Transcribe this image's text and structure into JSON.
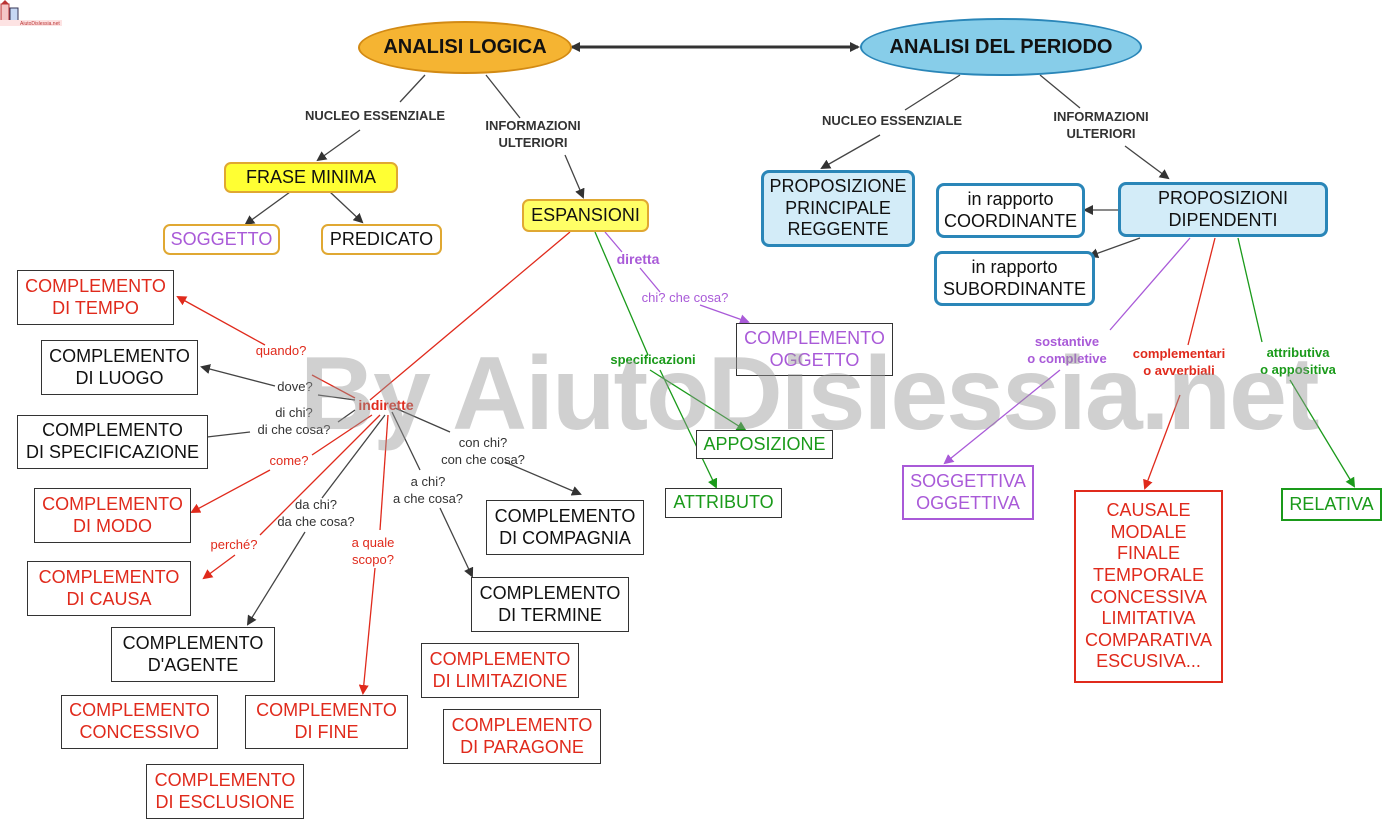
{
  "logo_text": "AiutoDislessia.net",
  "watermark": "By AiutoDislessia.net",
  "colors": {
    "orange": "#f5b432",
    "blue": "#87cde9",
    "yellow": "#ffff33",
    "red": "#e02a1c",
    "purple": "#a95ad8",
    "green": "#1a9a1a"
  },
  "left": {
    "title": "ANALISI LOGICA",
    "nucleo": "NUCLEO ESSENZIALE",
    "info": "INFORMAZIONI\nULTERIORI",
    "frase_minima": "FRASE MINIMA",
    "soggetto": "SOGGETTO",
    "predicato": "PREDICATO",
    "espansioni": "ESPANSIONI",
    "diretta": "diretta",
    "chi_che_cosa": "chi? che cosa?",
    "compl_oggetto": "COMPLEMENTO\nOGGETTO",
    "specificazioni": "specificazioni",
    "apposizione": "APPOSIZIONE",
    "attributo": "ATTRIBUTO",
    "indirette": "indirette",
    "questions": {
      "quando": "quando?",
      "dove": "dove?",
      "di_chi": "di chi?\ndi che cosa?",
      "come": "come?",
      "perche": "perché?",
      "da_chi": "da chi?\nda che cosa?",
      "a_quale": "a quale\nscopo?",
      "a_chi": "a chi?\na che cosa?",
      "con_chi": "con chi?\ncon che cosa?"
    },
    "complements": {
      "tempo": "COMPLEMENTO\nDI TEMPO",
      "luogo": "COMPLEMENTO\nDI LUOGO",
      "specificazione": "COMPLEMENTO\nDI SPECIFICAZIONE",
      "modo": "COMPLEMENTO\nDI MODO",
      "causa": "COMPLEMENTO\nDI CAUSA",
      "agente": "COMPLEMENTO\nD'AGENTE",
      "concessivo": "COMPLEMENTO\nCONCESSIVO",
      "fine": "COMPLEMENTO\nDI FINE",
      "esclusione": "COMPLEMENTO\nDI ESCLUSIONE",
      "compagnia": "COMPLEMENTO\nDI COMPAGNIA",
      "termine": "COMPLEMENTO\nDI TERMINE",
      "limitazione": "COMPLEMENTO\nDI LIMITAZIONE",
      "paragone": "COMPLEMENTO\nDI PARAGONE"
    }
  },
  "right": {
    "title": "ANALISI DEL PERIODO",
    "nucleo": "NUCLEO ESSENZIALE",
    "info": "INFORMAZIONI\nULTERIORI",
    "principale": "PROPOSIZIONE\nPRINCIPALE\nREGGENTE",
    "dipendenti": "PROPOSIZIONI\nDIPENDENTI",
    "coordinante": "in rapporto\nCOORDINANTE",
    "subordinante": "in rapporto\nSUBORDINANTE",
    "sostantive": "sostantive\no completive",
    "complementari": "complementari\no avverbiali",
    "attributiva": "attributiva\no appositiva",
    "soggettiva": "SOGGETTIVA\nOGGETTIVA",
    "causale_list": "CAUSALE\nMODALE\nFINALE\nTEMPORALE\nCONCESSIVA\nLIMITATIVA\nCOMPARATIVA\nESCUSIVA...",
    "relativa": "RELATIVA"
  }
}
